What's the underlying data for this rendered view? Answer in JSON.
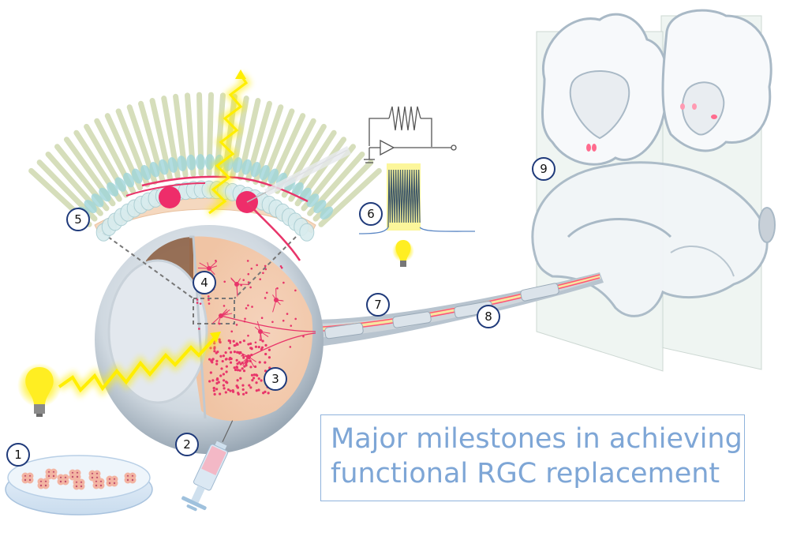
{
  "title": "Major milestones in achieving functional RGC replacement",
  "caption": {
    "line1": "Major milestones in achieving",
    "line2": "functional RGC replacement"
  },
  "milestones": [
    {
      "number": "1",
      "depicts": "petri-dish-with-cell-clusters"
    },
    {
      "number": "2",
      "depicts": "syringe-injection-into-eye"
    },
    {
      "number": "3",
      "depicts": "transplanted-cells-in-retina"
    },
    {
      "number": "4",
      "depicts": "retinal-ganglion-cells-integration"
    },
    {
      "number": "5",
      "depicts": "retinal-layer-cross-section"
    },
    {
      "number": "6",
      "depicts": "light-evoked-electrophysiology-recording"
    },
    {
      "number": "7",
      "depicts": "optic-nerve-axon-growth"
    },
    {
      "number": "8",
      "depicts": "axon-myelination"
    },
    {
      "number": "9",
      "depicts": "brain-target-connection"
    }
  ],
  "colors": {
    "badge_border": "#1f3a7a",
    "caption_text": "#7ea6d6",
    "caption_border": "#8fb3dc",
    "light_yellow": "#ffee00",
    "cell_pink": "#e8356a",
    "retina_tissue": "#f2cbb0",
    "eye_gray": "#c9d2da",
    "brain_outline": "#a9b9c6"
  }
}
